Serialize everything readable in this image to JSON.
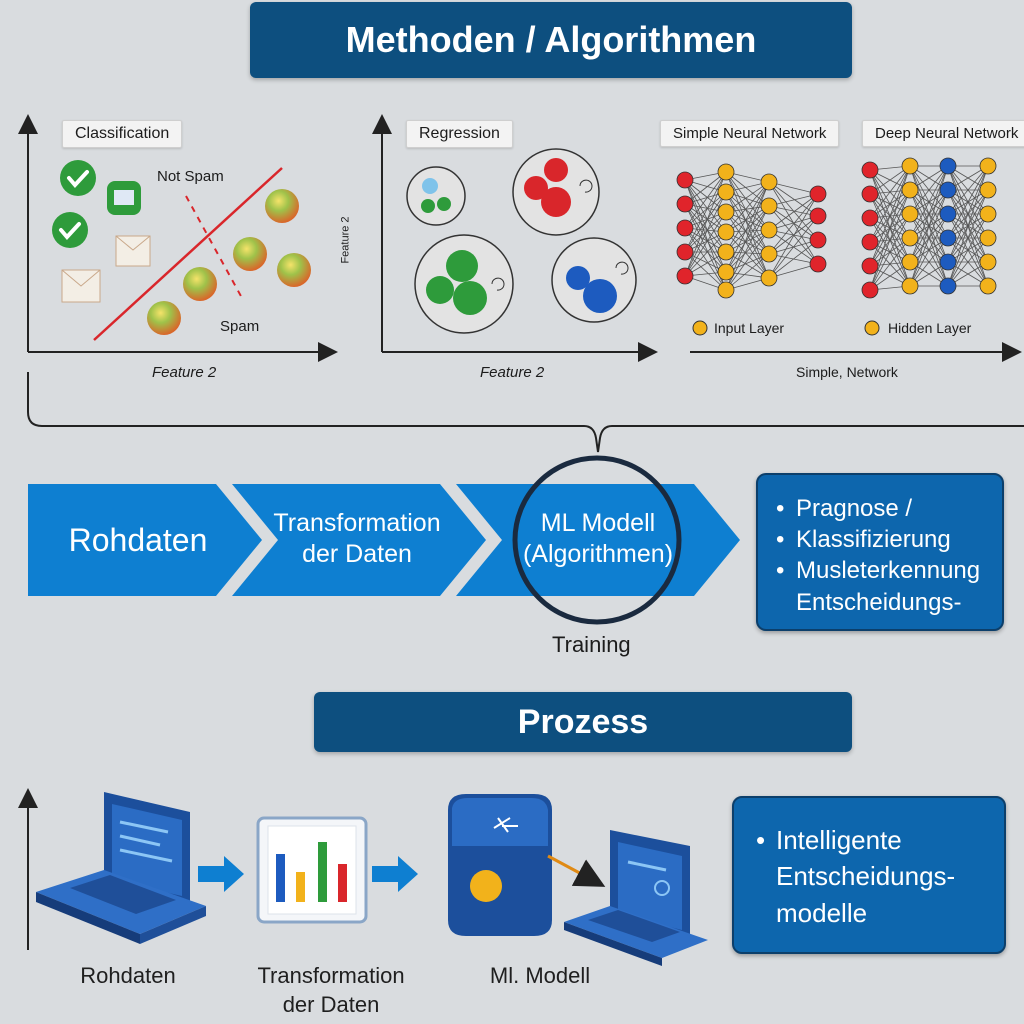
{
  "header": {
    "title": "Methoden / Algorithmen"
  },
  "classification": {
    "tag": "Classification",
    "not_spam": "Not Spam",
    "spam": "Spam",
    "x_label": "Feature 2"
  },
  "regression": {
    "tag": "Regression",
    "x_label": "Feature 2",
    "y_label": "Feature 2"
  },
  "networks": {
    "simple_tag": "Simple Neural Network",
    "deep_tag": "Deep Neural Network",
    "legend_input": "Input Layer",
    "legend_hidden": "Hidden Layer",
    "x_label": "Simple, Network",
    "colors": {
      "input": "#e0242b",
      "hidden": "#f2b21b",
      "deep": "#1d5bbf"
    }
  },
  "pipeline": {
    "step1": "Rohdaten",
    "step2_line1": "Transformation",
    "step2_line2": "der Daten",
    "step3_line1": "ML Modell",
    "step3_line2": "(Algorithmen)",
    "training": "Training",
    "results": [
      "Pragnose /",
      "Klassifizierung",
      "Musleterkennung",
      "Entscheidungs-"
    ]
  },
  "process": {
    "title": "Prozess",
    "step1": "Rohdaten",
    "step2_line1": "Transformation",
    "step2_line2": "der Daten",
    "step3": "Ml. Modell",
    "result_line1": "Intelligente",
    "result_line2": "Entscheidungs-",
    "result_line3": "modelle"
  },
  "colors": {
    "banner": "#0d4f7f",
    "flow": "#0e7fd1",
    "result": "#0d66ad",
    "background": "#d9dcdf"
  }
}
